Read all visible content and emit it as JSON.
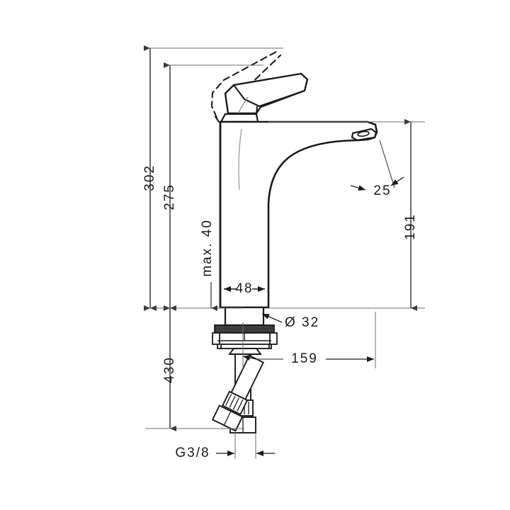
{
  "drawing": {
    "type": "technical-dimension-drawing",
    "subject": "single-lever basin mixer faucet",
    "units": "mm",
    "background_color": "#ffffff",
    "line_color": "#1a1a1a",
    "dimension_line_color": "#4a4a4a"
  },
  "dimensions": {
    "total_height_open_lever": {
      "label": "302",
      "orientation": "vertical",
      "position": "left-outer"
    },
    "total_height": {
      "label": "275",
      "orientation": "vertical",
      "position": "left-inner"
    },
    "max_mounting_thickness": {
      "label": "max. 40",
      "orientation": "vertical",
      "position": "left-of-column"
    },
    "column_width": {
      "label": "48",
      "orientation": "horizontal",
      "position": "inside-column"
    },
    "spout_height": {
      "label": "191",
      "orientation": "vertical",
      "position": "right-outer"
    },
    "aerator_offset": {
      "label": "25",
      "orientation": "leader",
      "position": "right-of-spout"
    },
    "base_diameter": {
      "label": "Ø 32",
      "orientation": "leader",
      "position": "right-of-base"
    },
    "spout_reach": {
      "label": "159",
      "orientation": "horizontal",
      "position": "lower-right"
    },
    "hose_length": {
      "label": "430",
      "orientation": "vertical",
      "position": "lower-left"
    },
    "thread_size": {
      "label": "G3/8",
      "orientation": "horizontal",
      "position": "bottom"
    }
  }
}
